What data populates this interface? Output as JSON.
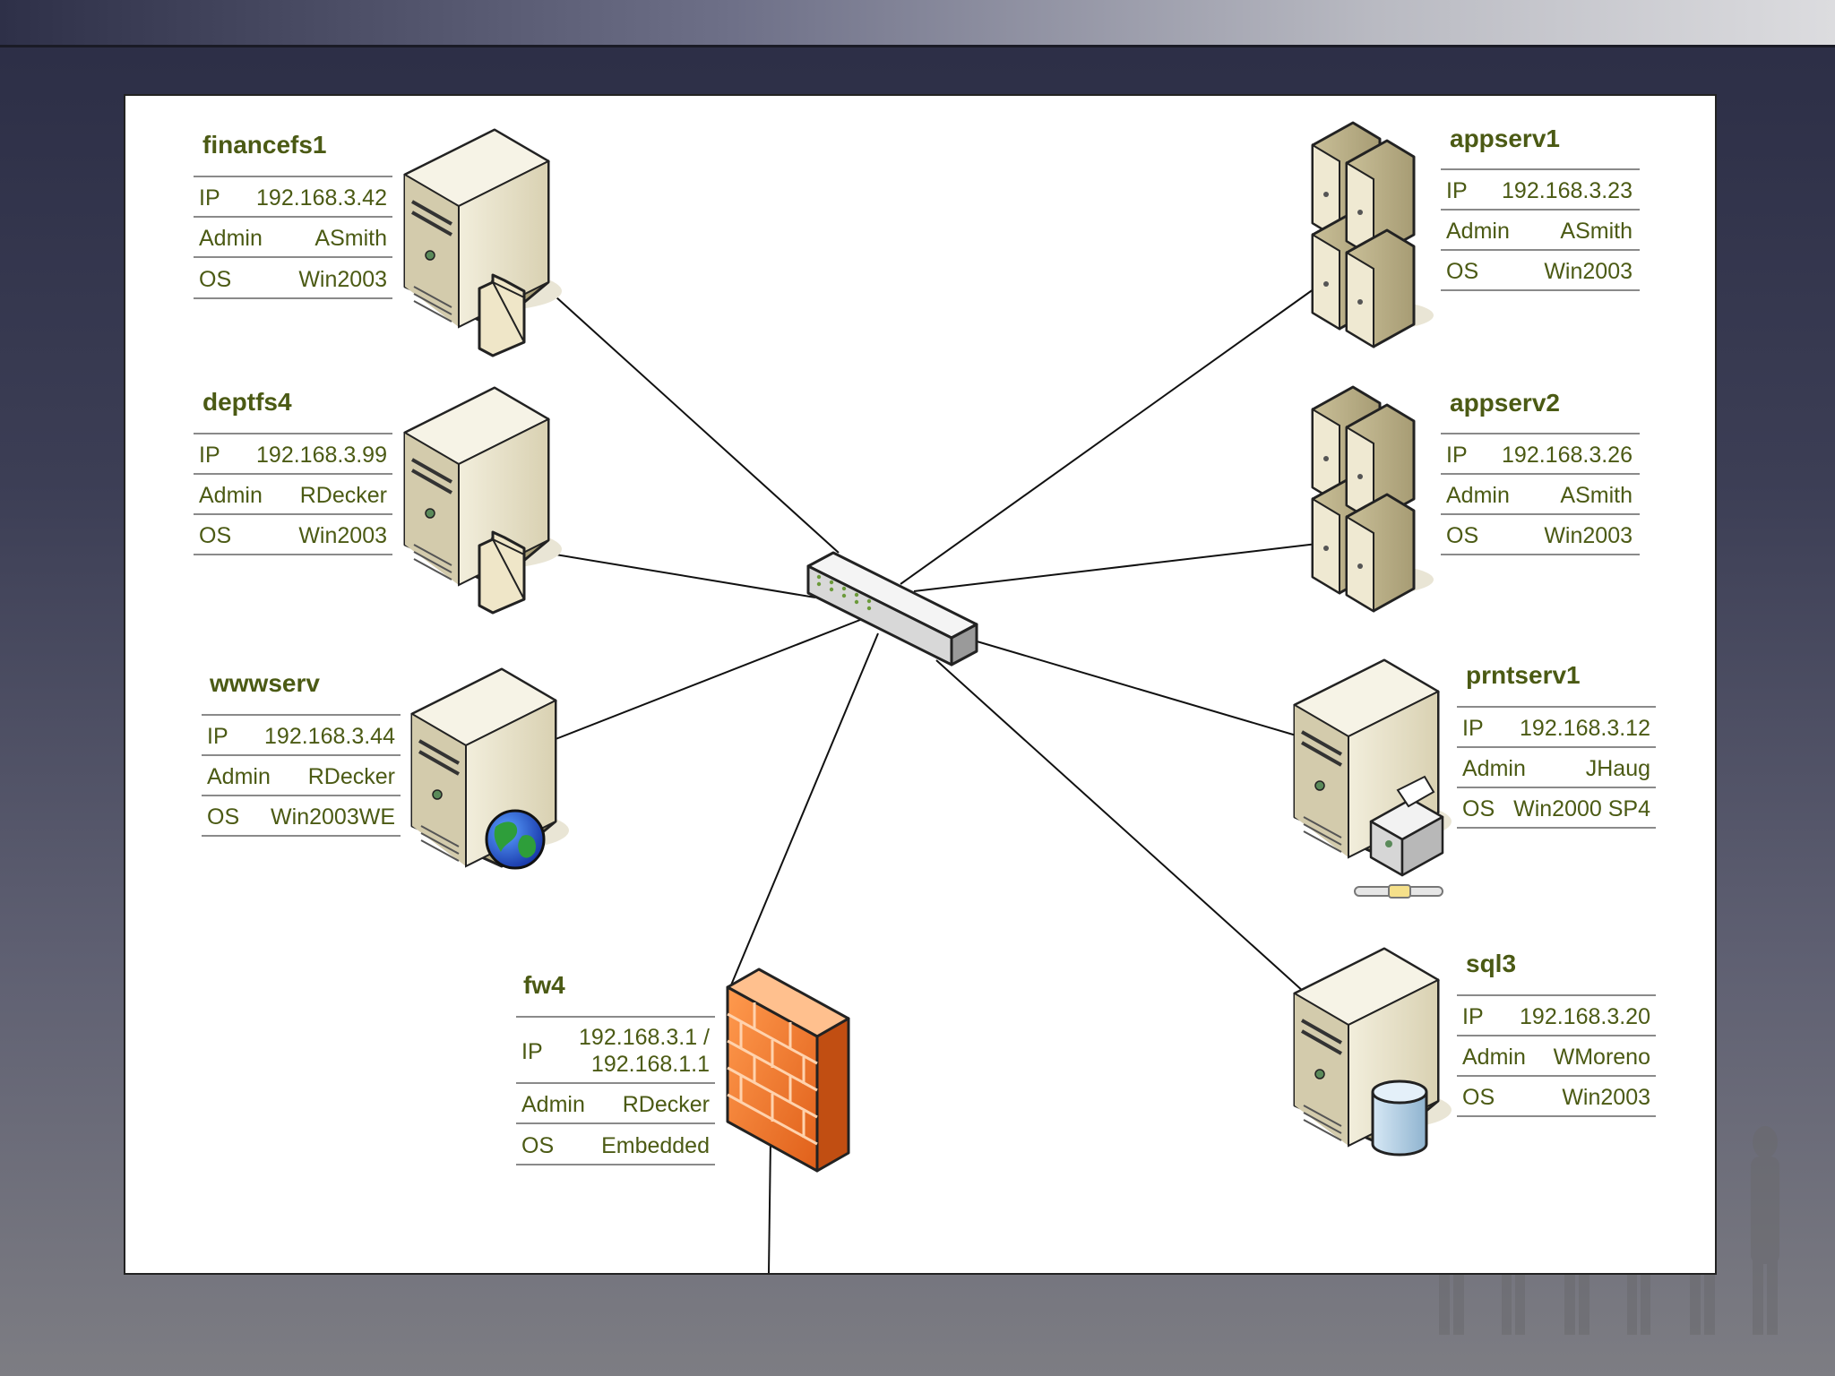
{
  "nodes": {
    "financefs1": {
      "name": "financefs1",
      "ip_label": "IP",
      "ip": "192.168.3.42",
      "admin_label": "Admin",
      "admin": "ASmith",
      "os_label": "OS",
      "os": "Win2003"
    },
    "deptfs4": {
      "name": "deptfs4",
      "ip_label": "IP",
      "ip": "192.168.3.99",
      "admin_label": "Admin",
      "admin": "RDecker",
      "os_label": "OS",
      "os": "Win2003"
    },
    "wwwserv": {
      "name": "wwwserv",
      "ip_label": "IP",
      "ip": "192.168.3.44",
      "admin_label": "Admin",
      "admin": "RDecker",
      "os_label": "OS",
      "os": "Win2003WE"
    },
    "fw4": {
      "name": "fw4",
      "ip_label": "IP",
      "ip_line1": "192.168.3.1 /",
      "ip_line2": "192.168.1.1",
      "admin_label": "Admin",
      "admin": "RDecker",
      "os_label": "OS",
      "os": "Embedded"
    },
    "appserv1": {
      "name": "appserv1",
      "ip_label": "IP",
      "ip": "192.168.3.23",
      "admin_label": "Admin",
      "admin": "ASmith",
      "os_label": "OS",
      "os": "Win2003"
    },
    "appserv2": {
      "name": "appserv2",
      "ip_label": "IP",
      "ip": "192.168.3.26",
      "admin_label": "Admin",
      "admin": "ASmith",
      "os_label": "OS",
      "os": "Win2003"
    },
    "prntserv1": {
      "name": "prntserv1",
      "ip_label": "IP",
      "ip": "192.168.3.12",
      "admin_label": "Admin",
      "admin": "JHaug",
      "os_label": "OS",
      "os": "Win2000 SP4"
    },
    "sql3": {
      "name": "sql3",
      "ip_label": "IP",
      "ip": "192.168.3.20",
      "admin_label": "Admin",
      "admin": "WMoreno",
      "os_label": "OS",
      "os": "Win2003"
    }
  },
  "colors": {
    "label_text": "#4b5a14",
    "firewall": "#f07a2c",
    "server_body": "#e6dfc6"
  },
  "icons": [
    "server-icon",
    "folder-icon",
    "globe-icon",
    "printer-icon",
    "database-icon",
    "switch-icon",
    "firewall-icon",
    "server-cluster-icon"
  ]
}
